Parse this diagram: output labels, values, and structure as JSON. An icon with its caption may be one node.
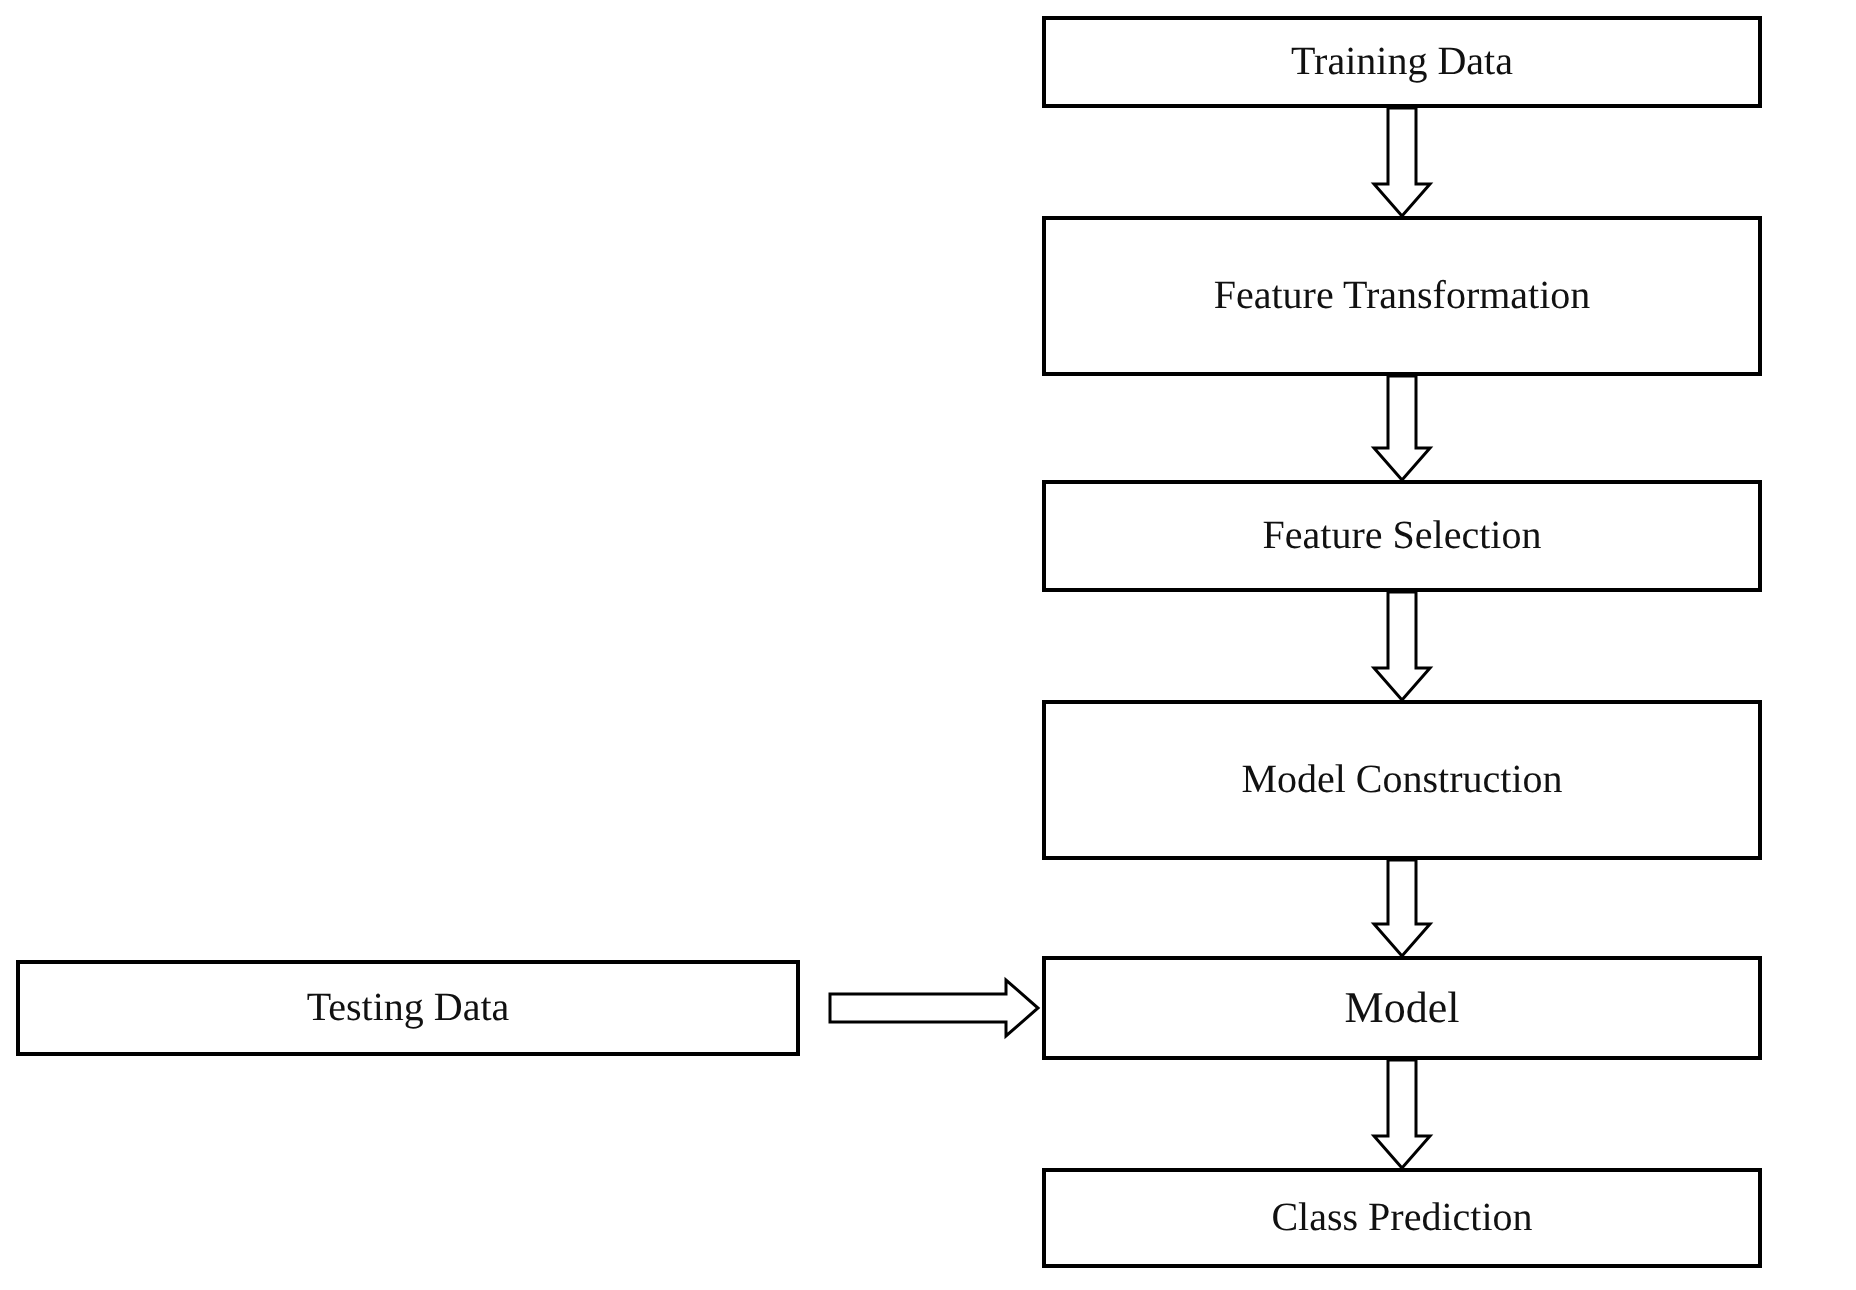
{
  "diagram": {
    "nodes": [
      {
        "text": [
          "Training Data"
        ]
      },
      {
        "text": [
          "Feature Transformation"
        ]
      },
      {
        "text": [
          "Feature Selection"
        ]
      },
      {
        "text": [
          "Model Construction"
        ]
      },
      {
        "text": [
          "Testing Data"
        ]
      },
      {
        "text": [
          "Model"
        ]
      },
      {
        "text": [
          "Class Prediction"
        ]
      }
    ],
    "edges": [
      {
        "from": 0,
        "to": 1,
        "arrow": "to"
      },
      {
        "from": 1,
        "to": 2,
        "arrow": "to"
      },
      {
        "from": 2,
        "to": 3,
        "arrow": "to"
      },
      {
        "from": 3,
        "to": 5,
        "arrow": "to"
      },
      {
        "from": 4,
        "to": 5,
        "arrow": "to"
      },
      {
        "from": 5,
        "to": 6,
        "arrow": "to"
      }
    ]
  }
}
